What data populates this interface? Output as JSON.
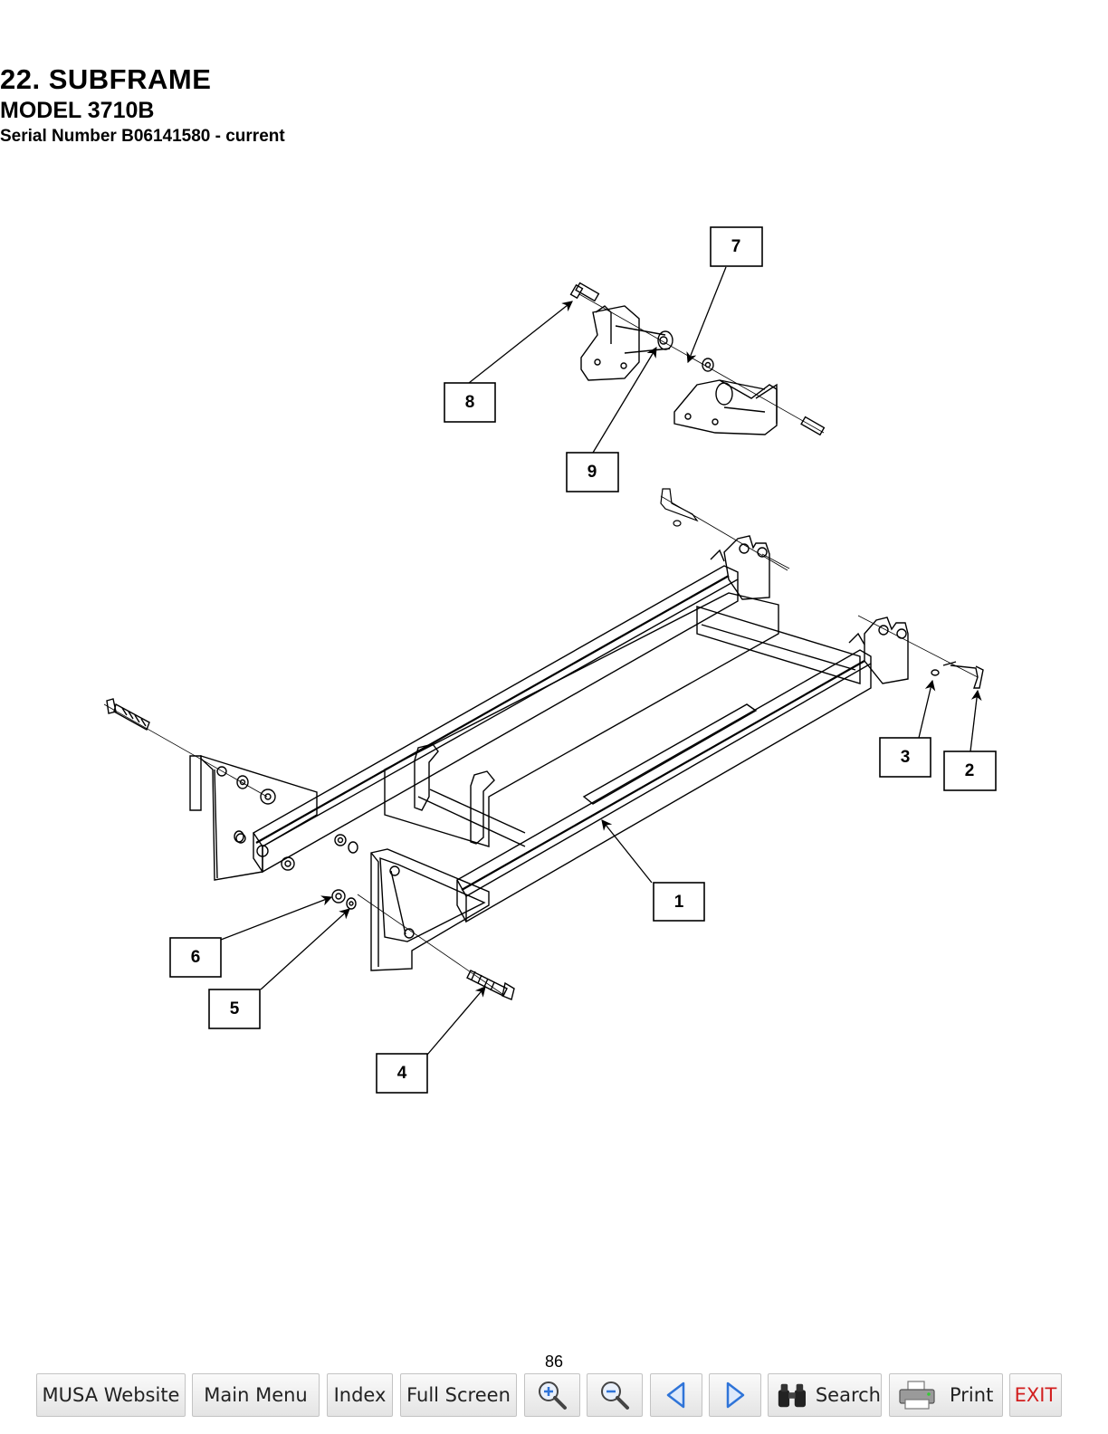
{
  "header": {
    "title": "22. SUBFRAME",
    "model": "MODEL 3710B",
    "serial": "Serial Number B06141580 - current"
  },
  "callouts": [
    {
      "label": "1"
    },
    {
      "label": "2"
    },
    {
      "label": "3"
    },
    {
      "label": "4"
    },
    {
      "label": "5"
    },
    {
      "label": "6"
    },
    {
      "label": "7"
    },
    {
      "label": "8"
    },
    {
      "label": "9"
    }
  ],
  "footer": {
    "page_number": "86"
  },
  "toolbar": {
    "musa_website": "MUSA Website",
    "main_menu": "Main Menu",
    "index": "Index",
    "full_screen": "Full Screen",
    "zoom_in_icon": "zoom-in-icon",
    "zoom_out_icon": "zoom-out-icon",
    "prev_icon": "previous-arrow-icon",
    "next_icon": "next-arrow-icon",
    "search": "Search",
    "print": "Print",
    "exit": "EXIT"
  },
  "colors": {
    "exit": "#d21e1e",
    "arrow_blue": "#2f74d8",
    "button_border": "#c3c3c3"
  }
}
